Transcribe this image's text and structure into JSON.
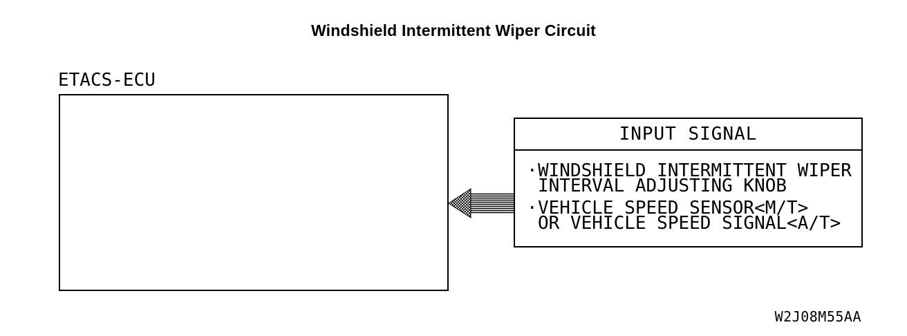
{
  "title": "Windshield Intermittent Wiper Circuit",
  "figure_code": "W2J08M55AA",
  "ecu": {
    "label": "ETACS-ECU"
  },
  "input_signal_box": {
    "header": "INPUT SIGNAL",
    "bullet": "·",
    "items": [
      {
        "line1": "WINDSHIELD INTERMITTENT WIPER",
        "line2": "INTERVAL ADJUSTING KNOB"
      },
      {
        "line1": "VEHICLE SPEED SENSOR<M/T>",
        "line2": "OR VEHICLE SPEED SIGNAL<A/T>"
      }
    ]
  },
  "arrow": {
    "direction": "left"
  },
  "colors": {
    "foreground": "#000000",
    "background": "#ffffff"
  }
}
